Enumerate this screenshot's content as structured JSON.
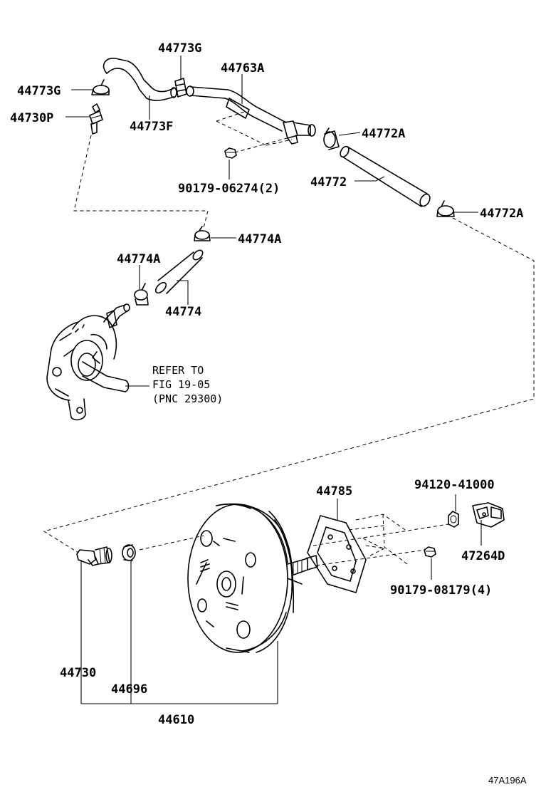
{
  "labels": {
    "p44773G_top": "44773G",
    "p44763A": "44763A",
    "p44773G_left": "44773G",
    "p44730P": "44730P",
    "p44773F": "44773F",
    "p44772A_a": "44772A",
    "p90179_06274": "90179-06274(2)",
    "p44772": "44772",
    "p44772A_b": "44772A",
    "p44774A_a": "44774A",
    "p44774A_b": "44774A",
    "p44774": "44774",
    "p44785": "44785",
    "p94120_41000": "94120-41000",
    "p47264D": "47264D",
    "p90179_08179": "90179-08179(4)",
    "p44730": "44730",
    "p44696": "44696",
    "p44610": "44610"
  },
  "note": {
    "line1": "REFER TO",
    "line2": "FIG 19-05",
    "line3": "(PNC 29300)"
  },
  "diagram_code": "47A196A"
}
